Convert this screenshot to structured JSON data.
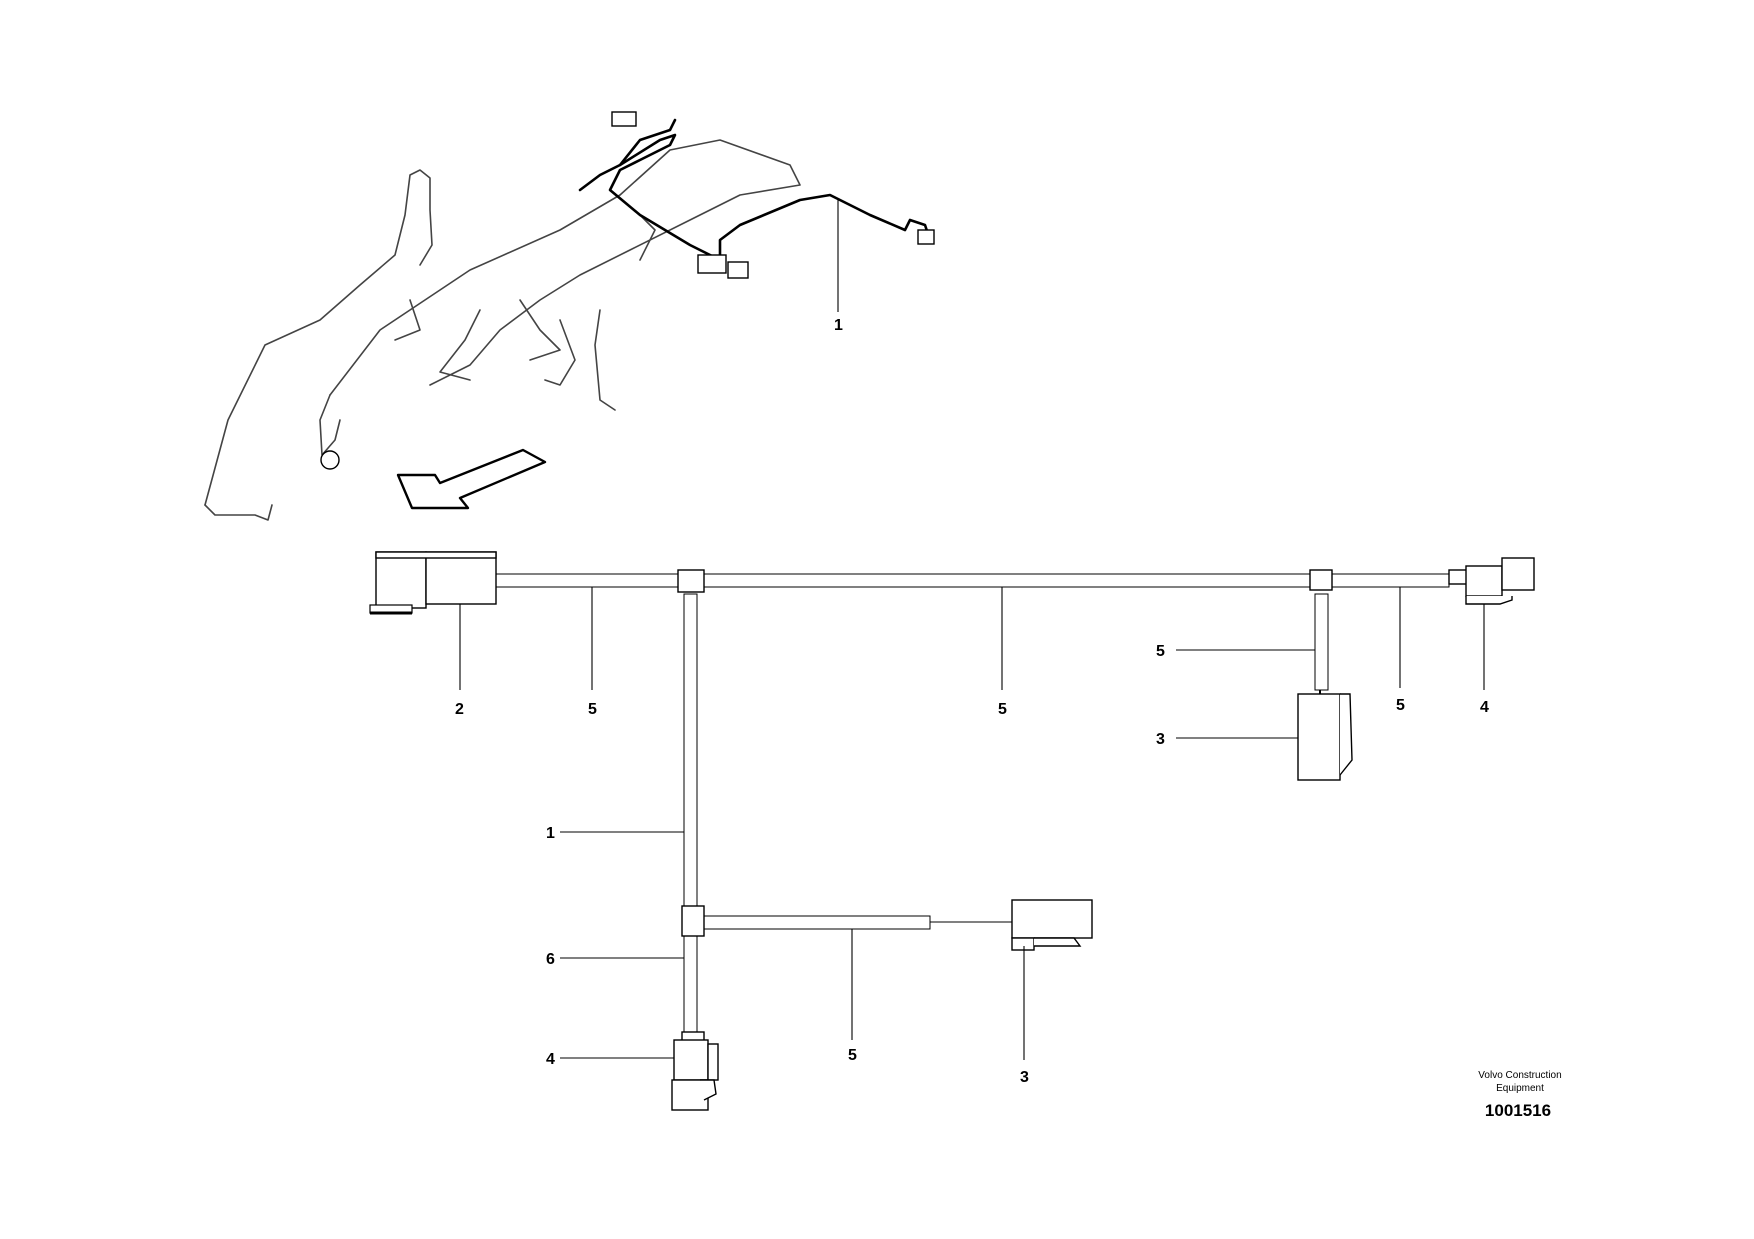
{
  "callouts": {
    "overview_harness": "1",
    "connector_left": "2",
    "hose_top_left": "5",
    "hose_top_mid": "5",
    "hose_branch_right": "5",
    "connector_right_branch": "3",
    "hose_top_right": "5",
    "connector_top_right": "4",
    "trunk_vertical": "1",
    "trunk_lower": "6",
    "connector_bottom_left": "4",
    "hose_bottom": "5",
    "connector_bottom_right": "3"
  },
  "footer": {
    "company_line1": "Volvo Construction",
    "company_line2": "Equipment",
    "document_number": "1001516"
  },
  "icons": {
    "direction_arrow": "arrow-icon"
  }
}
